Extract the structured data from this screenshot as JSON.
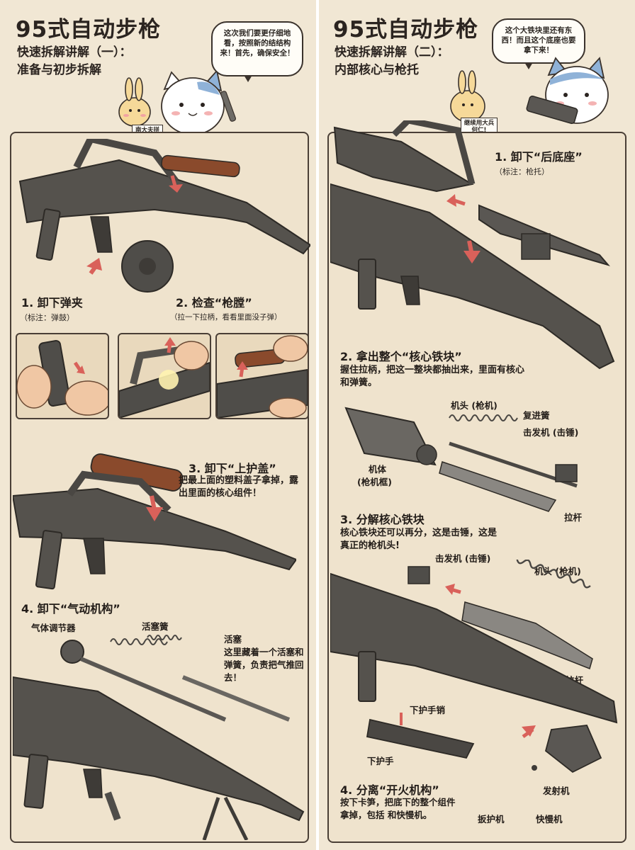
{
  "left": {
    "title": "95式自动步枪",
    "subtitle_line1": "快速拆解讲解（一）：",
    "subtitle_line2": "准备与初步拆解",
    "bubble": "这次我们要更仔细地看，按照新的结结构来！首先，确保安全！",
    "bunny_sign": "南大夫拼拆解!",
    "steps": {
      "s1_title": "1. 卸下弹夹",
      "s1_note": "（标注：弹鼓）",
      "s2_title": "2. 检查“枪膛”",
      "s2_note": "（拉一下拉柄，看看里面没子弹）",
      "s3_title": "3. 卸下“上护盖”",
      "s3_desc": "把最上面的塑料盖子拿掉，露出里面的核心组件！",
      "s4_title": "4. 卸下“气动机构”",
      "s4_label_regulator": "气体调节器",
      "s4_label_spring": "活塞簧",
      "s4_label_piston": "活塞",
      "s4_desc": "这里藏着一个活塞和弹簧，负责把气推回去！"
    }
  },
  "right": {
    "title": "95式自动步枪",
    "subtitle_line1": "快速拆解讲解（二）：",
    "subtitle_line2": "内部核心与枪托",
    "bubble": "这个大铁块里还有东西！而且这个底座也要拿下来！",
    "bunny_sign": "继续用大兵何仁!",
    "steps": {
      "s1_title": "1. 卸下“后底座”",
      "s1_note": "（标注：枪托）",
      "s2_title": "2. 拿出整个“核心铁块”",
      "s2_desc": "握住拉柄，把这一整块都抽出来，里面有核心和弹簧。",
      "s2_label_bolt": "机头 (枪机)",
      "s2_label_recoil": "复进簧",
      "s2_label_hammer": "击发机 (击锤)",
      "s2_label_carrier1": "机体",
      "s2_label_carrier2": "(枪机框)",
      "s2_label_rod": "拉杆",
      "s3_title": "3. 分解核心铁块",
      "s3_desc": "核心铁块还可以再分，这是击锤，这是真正的枪机头!",
      "s3_label_hammer": "击发机 (击锤)",
      "s3_label_bolt": "机头 (枪机)",
      "s3_label_rod": "拉杆",
      "s4_label_pin": "下护手销",
      "s4_label_guard": "下护手",
      "s4_title": "4. 分离“开火机构”",
      "s4_desc": "按下卡笋，把底下的整个组件拿掉，包括  和快慢机。",
      "s4_label_trigger": "发射机",
      "s4_label_triggerguard": "扳护机",
      "s4_label_selector": "快慢机"
    }
  },
  "colors": {
    "background": "#f1e7d4",
    "frame": "#4a3f36",
    "gun_metal": "#4f4d49",
    "wood": "#8a4a2c",
    "arrow": "#d9615a"
  }
}
